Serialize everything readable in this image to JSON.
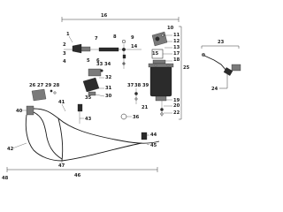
{
  "diagram": {
    "labels": {
      "l1": "1",
      "l2": "2",
      "l3": "3",
      "l4": "4",
      "l5": "5",
      "l6": "6",
      "l7": "7",
      "l8": "8",
      "l9": "9",
      "l10": "10",
      "l11": "11",
      "l12": "12",
      "l13": "13",
      "l14": "14",
      "l15": "15",
      "l16": "16",
      "l17": "17",
      "l18": "18",
      "l19": "19",
      "l20": "20",
      "l21": "21",
      "l22": "22",
      "l23": "23",
      "l24": "24",
      "l25": "25",
      "l26": "26",
      "l27": "27",
      "l28": "28",
      "l29": "29",
      "l30": "30",
      "l31": "31",
      "l32": "32",
      "l33": "33",
      "l34": "34",
      "l35": "35",
      "l36": "36",
      "l37": "37",
      "l38": "38",
      "l39": "39",
      "l40": "40",
      "l41": "41",
      "l42": "42",
      "l43": "43",
      "l44": "44",
      "l45": "45",
      "l46": "46",
      "l47": "47",
      "l48": "48"
    }
  }
}
